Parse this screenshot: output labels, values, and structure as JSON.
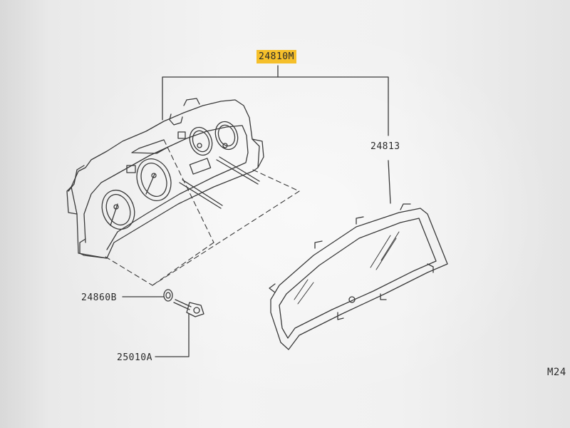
{
  "diagram": {
    "part_assembly_label": "24810M",
    "part_lens_label": "24813",
    "part_grommet_label": "24860B",
    "part_screw_label": "25010A",
    "page_code": "M24",
    "highlight_color": "#f5bf2a",
    "line_color": "#3a3a3a"
  }
}
